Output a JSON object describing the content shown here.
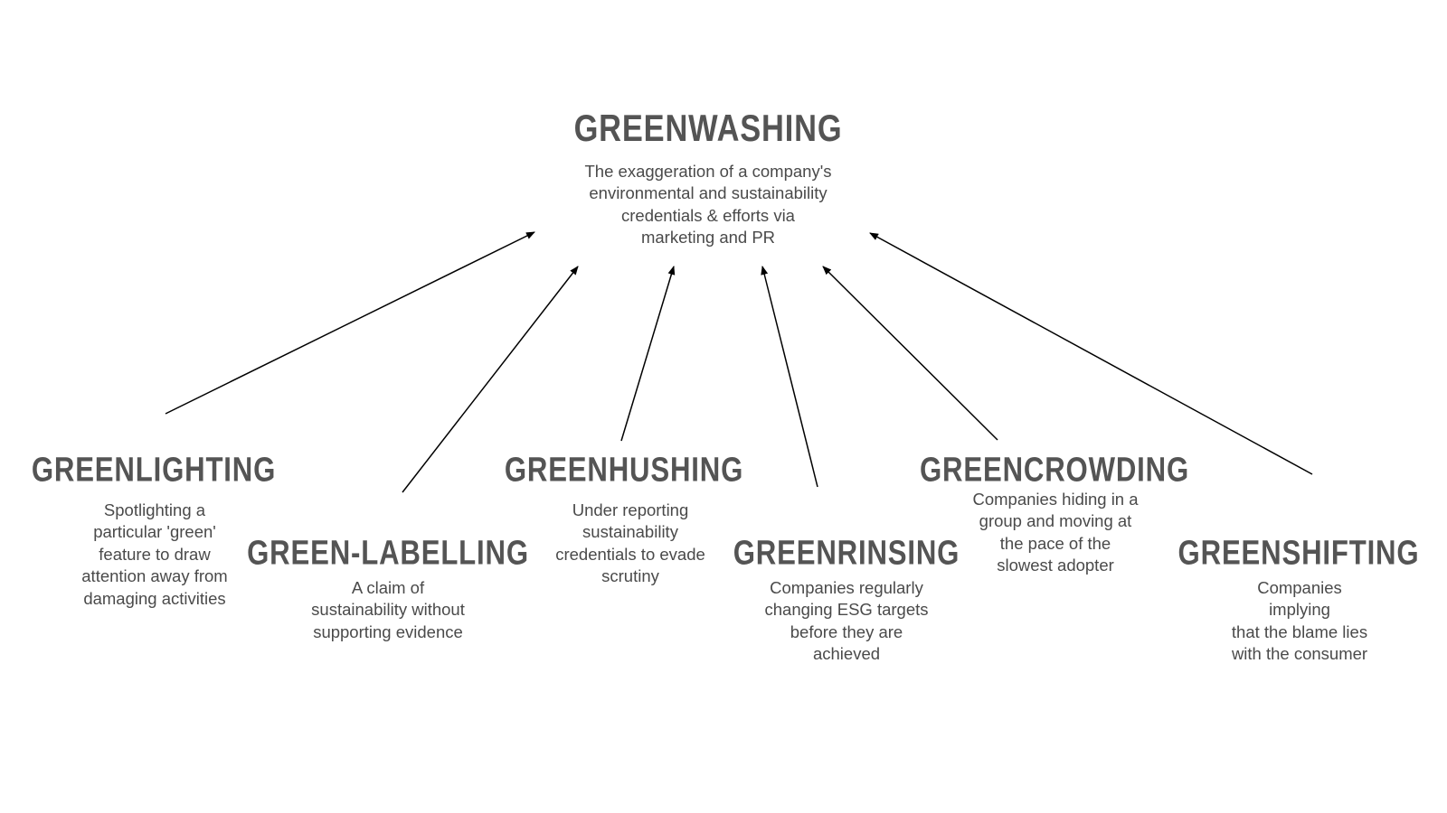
{
  "main": {
    "title": "GREENWASHING",
    "description": "The exaggeration of a company's\nenvironmental and sustainability\ncredentials & efforts via\nmarketing and PR"
  },
  "types": [
    {
      "title": "GREENLIGHTING",
      "description": "Spotlighting a\nparticular 'green'\nfeature to draw\nattention away from\ndamaging activities"
    },
    {
      "title": "GREEN-LABELLING",
      "description": "A claim of\nsustainability without\nsupporting evidence"
    },
    {
      "title": "GREENHUSHING",
      "description": "Under reporting\nsustainability\ncredentials to evade\nscrutiny"
    },
    {
      "title": "GREENRINSING",
      "description": "Companies regularly\nchanging ESG targets\nbefore they are\nachieved"
    },
    {
      "title": "GREENCROWDING",
      "description": "Companies hiding in a\ngroup and moving at\nthe pace of the\nslowest adopter"
    },
    {
      "title": "GREENSHIFTING",
      "description": "Companies implying\nthat the blame lies\nwith the consumer"
    }
  ],
  "colors": {
    "text": "#545454",
    "arrow": "#000000"
  }
}
